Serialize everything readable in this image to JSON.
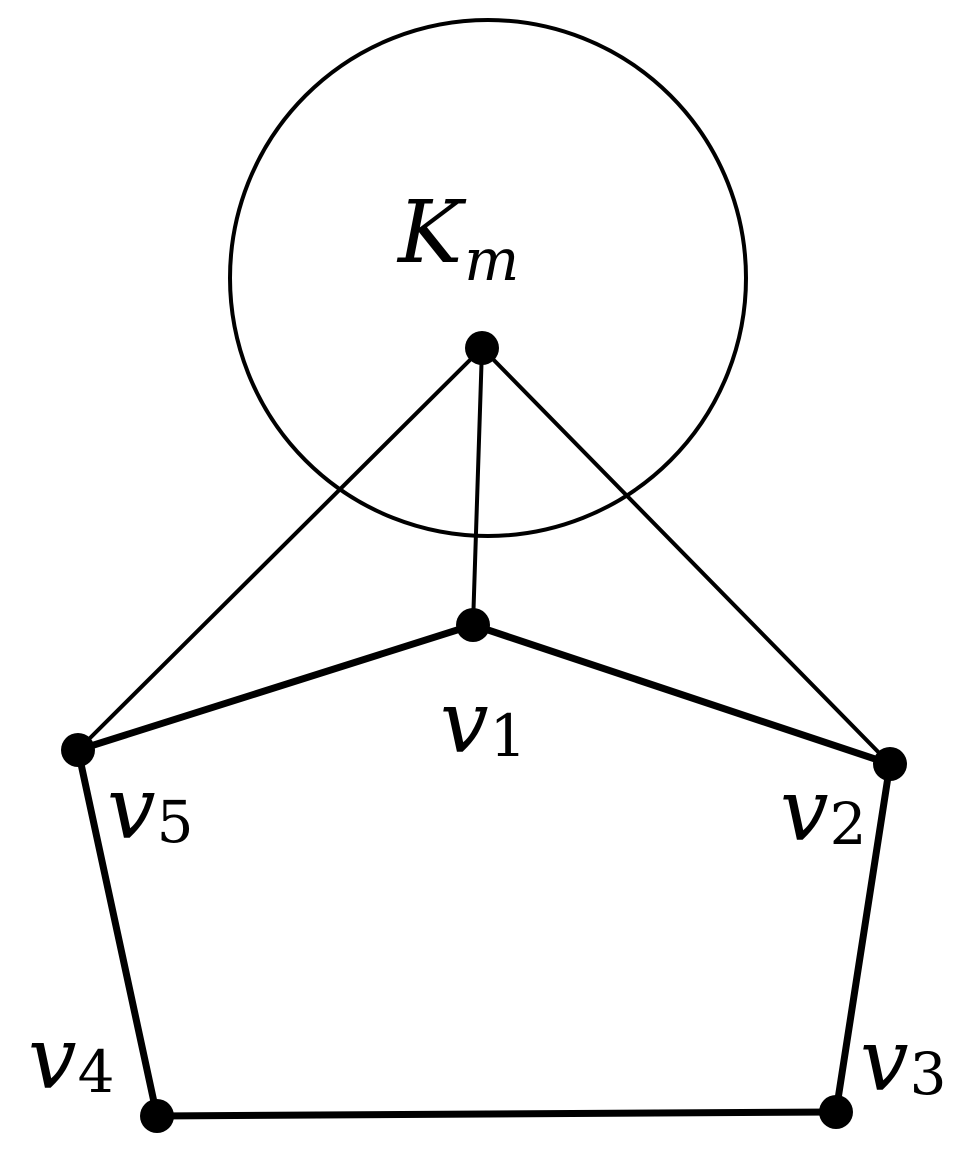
{
  "diagram": {
    "clique": {
      "base": "K",
      "sub": "m"
    },
    "vertices": [
      {
        "id": "center",
        "base": "",
        "sub": ""
      },
      {
        "id": "v1",
        "base": "v",
        "sub": "1"
      },
      {
        "id": "v2",
        "base": "v",
        "sub": "2"
      },
      {
        "id": "v3",
        "base": "v",
        "sub": "3"
      },
      {
        "id": "v4",
        "base": "v",
        "sub": "4"
      },
      {
        "id": "v5",
        "base": "v",
        "sub": "5"
      }
    ],
    "cycle_edges": [
      [
        "v1",
        "v2"
      ],
      [
        "v2",
        "v3"
      ],
      [
        "v3",
        "v4"
      ],
      [
        "v4",
        "v5"
      ],
      [
        "v5",
        "v1"
      ]
    ],
    "connector_edges": [
      [
        "center",
        "v1"
      ],
      [
        "center",
        "v2"
      ],
      [
        "center",
        "v5"
      ]
    ]
  }
}
